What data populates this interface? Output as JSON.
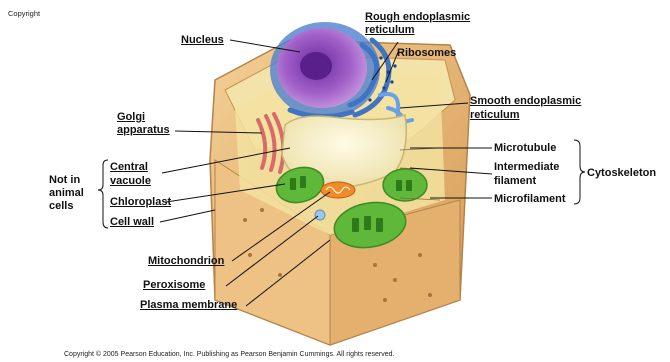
{
  "copyright_top": "Copyright",
  "copyright_bottom": "Copyright © 2005 Pearson Education, Inc. Publishing as Pearson Benjamin Cummings. All rights reserved.",
  "labels": {
    "nucleus": "Nucleus",
    "rough_er_line1": "Rough endoplasmic",
    "rough_er_line2": "reticulum",
    "ribosomes": "Ribosomes",
    "smooth_er_line1": "Smooth endoplasmic",
    "smooth_er_line2": "reticulum",
    "golgi_line1": "Golgi",
    "golgi_line2": "apparatus",
    "central_vacuole_line1": "Central",
    "central_vacuole_line2": "vacuole",
    "chloroplast": "Chloroplast",
    "cell_wall": "Cell wall",
    "not_in_animal_line1": "Not in",
    "not_in_animal_line2": "animal",
    "not_in_animal_line3": "cells",
    "microtubule": "Microtubule",
    "intermediate_line1": "Intermediate",
    "intermediate_line2": "filament",
    "microfilament": "Microfilament",
    "cytoskeleton": "Cytoskeleton",
    "mitochondrion": "Mitochondrion",
    "peroxisome": "Peroxisome",
    "plasma_membrane": "Plasma membrane"
  },
  "colors": {
    "cell_wall": "#e8b97a",
    "cytoplasm": "#f2e2a0",
    "nucleus": "#a25bc4",
    "er": "#5a8fd6",
    "vacuole": "#f3ecc0",
    "chloroplast": "#5fb83a",
    "golgi": "#e07a7a",
    "mitochondrion": "#f08a2a"
  }
}
